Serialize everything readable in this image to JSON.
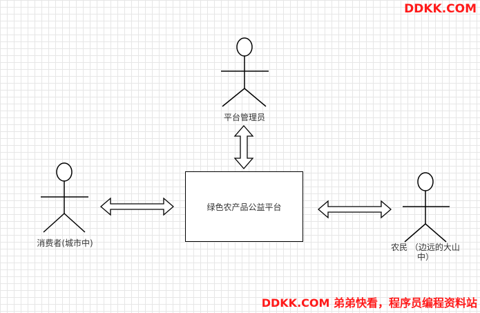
{
  "watermark": {
    "top": "DDKK.COM",
    "bottom": "DDKK.COM 弟弟快看，程序员编程资料站"
  },
  "diagram": {
    "platform": {
      "label": "绿色农产品公益平台"
    },
    "actors": {
      "admin": {
        "label": "平台管理员"
      },
      "consumer": {
        "label": "消费者(城市中)"
      },
      "farmer": {
        "line1": "农民 （边远的大山",
        "line2": "中）"
      }
    },
    "colors": {
      "stroke": "#000000",
      "text": "#333333",
      "watermark": "#ff1a1a"
    }
  }
}
